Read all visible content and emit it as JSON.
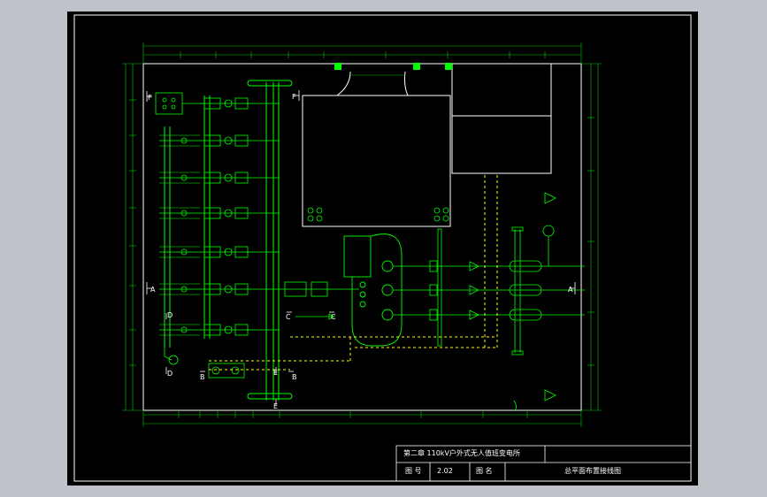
{
  "title_block": {
    "project_title": "第二章 110kV户外式无人值班变电所",
    "drawing_no_label": "图 号",
    "drawing_no": "2.02",
    "drawing_name_label": "图 名",
    "drawing_name": "总平面布置接线图"
  },
  "section_labels": {
    "F_left": "F",
    "F_right": "F",
    "A_left": "A",
    "A_right": "A",
    "D_top": "D",
    "D_bottom": "D",
    "C_left": "C",
    "C_right": "C",
    "B_left": "B",
    "B_right": "B",
    "E_top": "E",
    "E_bottom": "E"
  },
  "colors": {
    "background": "#000000",
    "frame": "#ffffff",
    "equipment": "#00ff00",
    "dimension": "#00cc00",
    "cable_trench": "#ffff00",
    "fill_marker": "#00ff00"
  }
}
